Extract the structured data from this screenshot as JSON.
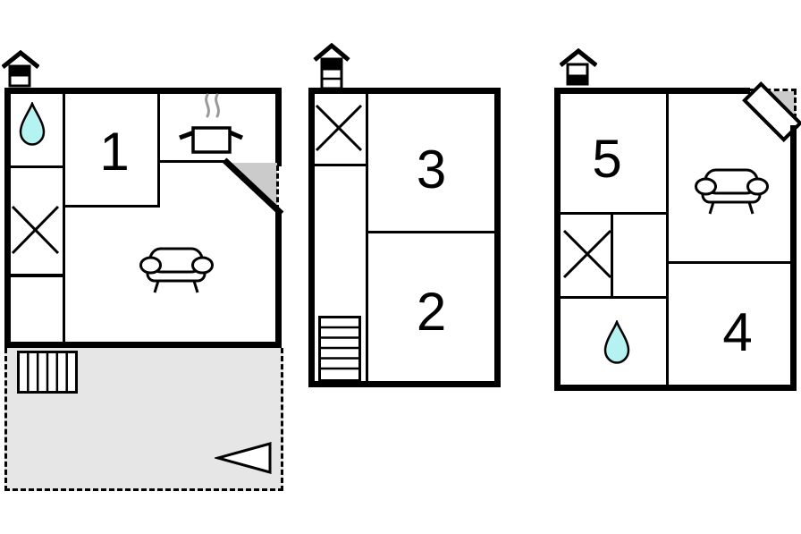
{
  "sheet": {
    "background": "#ffffff"
  },
  "colors": {
    "wall": "#000000",
    "terrace_fill": "#e6e6e6",
    "corner_fill": "#cbcbcb",
    "water_fill": "#b5f2f2",
    "steam_stroke": "#9a9a9a"
  },
  "rooms": {
    "r1": "1",
    "r2": "2",
    "r3": "3",
    "r4": "4",
    "r5": "5"
  },
  "icons": [
    "chimney-icon",
    "water-drop-icon",
    "window-cross-icon",
    "cooker-pot-icon",
    "sofa-icon",
    "stairs-icon",
    "north-arrow-icon",
    "door-swing-icon"
  ]
}
